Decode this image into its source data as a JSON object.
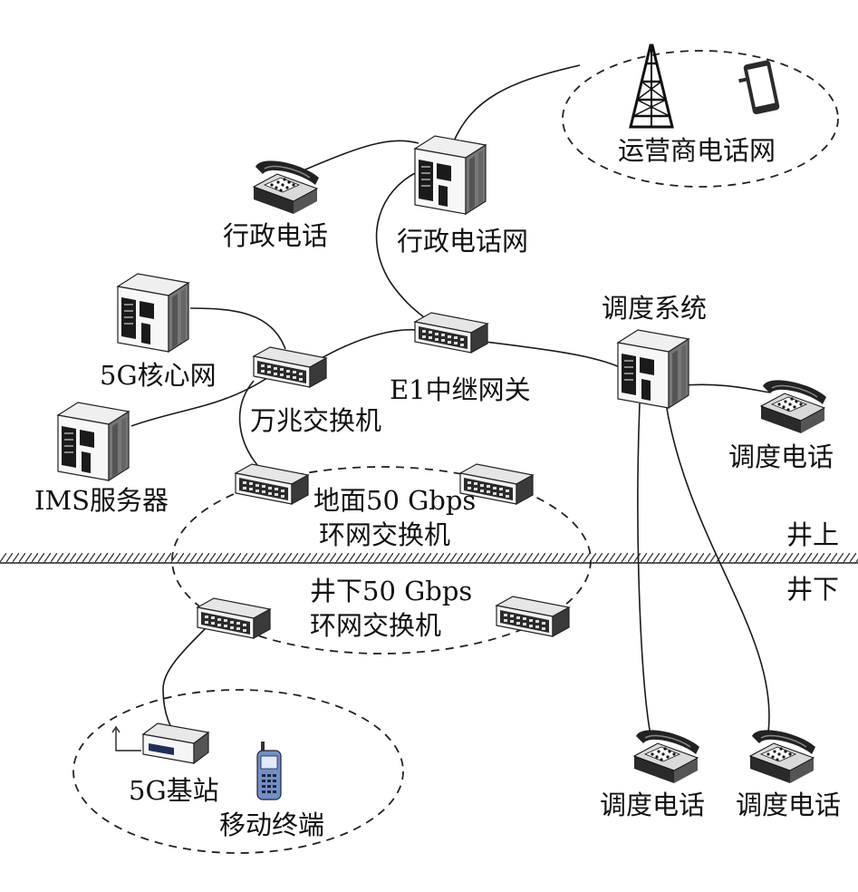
{
  "labels": {
    "admin_phone": "行政电话",
    "admin_network": "行政电话网",
    "carrier_network": "运营商电话网",
    "core_5g": "5G核心网",
    "ims_server": "IMS服务器",
    "ten_gig_switch": "万兆交换机",
    "e1_gateway": "E1中继网关",
    "dispatch_system": "调度系统",
    "dispatch_phone_right": "调度电话",
    "surface_ring_line1": "地面50 Gbps",
    "surface_ring_line2": "环网交换机",
    "underground_ring_line1": "井下50 Gbps",
    "underground_ring_line2": "环网交换机",
    "above_ground": "井上",
    "below_ground": "井下",
    "base_station_5g": "5G基站",
    "mobile_terminal": "移动终端",
    "dispatch_phone_bottom1": "调度电话",
    "dispatch_phone_bottom2": "调度电话"
  },
  "icons": {
    "tower": "cell-tower-icon",
    "mobile": "smartphone-icon",
    "telephone": "desk-telephone-icon",
    "server": "server-tower-icon",
    "switch": "network-switch-icon",
    "base_station": "base-station-icon",
    "feature_phone": "mobile-phone-icon"
  }
}
